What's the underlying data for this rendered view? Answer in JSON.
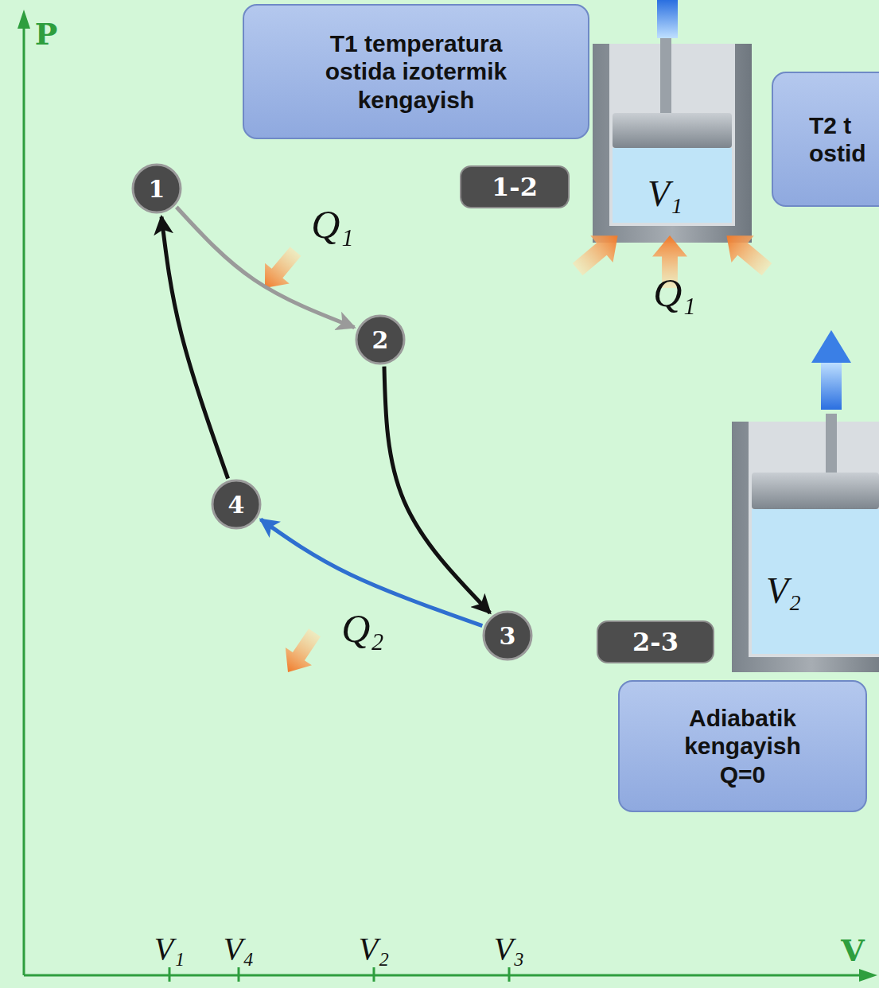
{
  "diagram": {
    "nodes": [
      {
        "text": [
          "T1 temperatura ostida izotermik kengayish"
        ]
      },
      {
        "text": [
          "T2 t ostid"
        ]
      },
      {
        "text": [
          "1"
        ]
      },
      {
        "text": [
          "1-2"
        ]
      },
      {
        "text": [
          "2"
        ]
      },
      {
        "text": [
          "4"
        ]
      },
      {
        "text": [
          "3"
        ]
      },
      {
        "text": [
          "2-3"
        ]
      },
      {
        "text": [
          "Adiabatik kengayish Q=0"
        ]
      }
    ],
    "edges": [
      {
        "from": 2,
        "to": 4,
        "arrow": "to"
      },
      {
        "from": 4,
        "to": 6,
        "arrow": "to"
      },
      {
        "from": 6,
        "to": 5,
        "arrow": "to"
      },
      {
        "from": 5,
        "to": 2,
        "arrow": "to"
      }
    ],
    "labels": [
      "P",
      "Q₁",
      "V₁",
      "Q₁",
      "V₂",
      "Q₂",
      "V₁",
      "V₄",
      "V₂",
      "V₃",
      "V"
    ]
  }
}
